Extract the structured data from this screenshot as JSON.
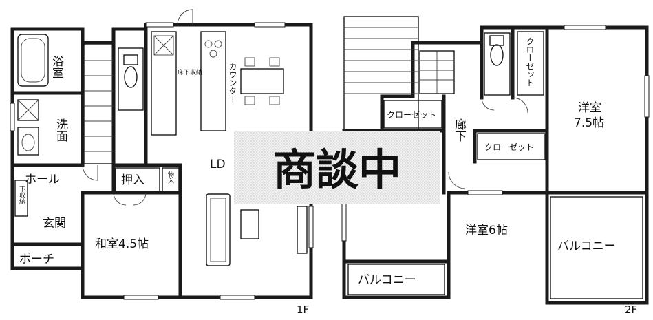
{
  "floor1": {
    "label": "1F",
    "rooms": {
      "bath": "浴室",
      "washroom": "洗面",
      "hall": "ホール",
      "storage_under": "下収納",
      "entrance": "玄関",
      "porch": "ポーチ",
      "oshiire": "押入",
      "closet": "物入",
      "japanese_room": "和室4.5帖",
      "ld": "LD",
      "counter": "カウンター",
      "under_floor": "床下収納"
    }
  },
  "floor2": {
    "label": "2F",
    "rooms": {
      "closet_top": "クローゼット",
      "closet_left": "クローゼット",
      "closet_mid": "クローゼット",
      "corridor": "廊下",
      "western_large_line1": "洋室",
      "western_large_line2": "7.5帖",
      "western_small": "洋室6帖",
      "balcony_right": "バルコニー",
      "balcony_bottom": "バルコニー"
    }
  },
  "stamp": {
    "text": "商談中"
  }
}
